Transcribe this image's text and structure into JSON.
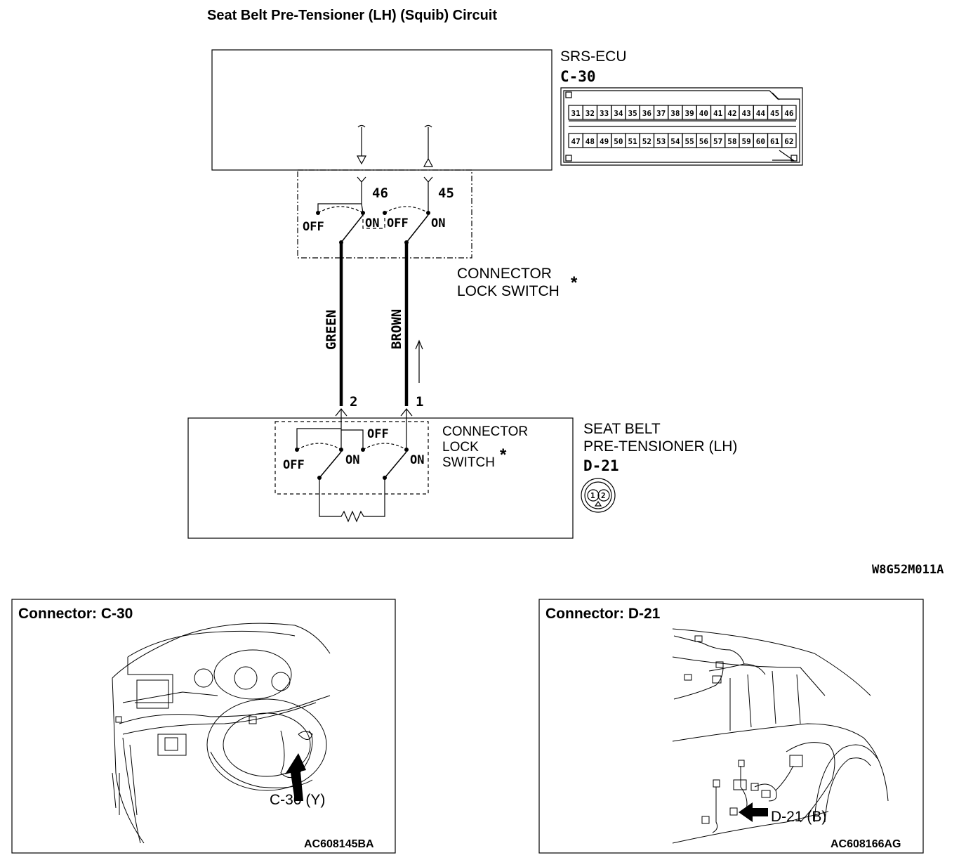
{
  "diagram": {
    "title": "Seat Belt Pre-Tensioner (LH) (Squib) Circuit",
    "ecu": {
      "name": "SRS-ECU",
      "connector": "C-30",
      "pins_top": [
        "31",
        "32",
        "33",
        "34",
        "35",
        "36",
        "37",
        "38",
        "39",
        "40",
        "41",
        "42",
        "43",
        "44",
        "45",
        "46"
      ],
      "pins_bottom": [
        "47",
        "48",
        "49",
        "50",
        "51",
        "52",
        "53",
        "54",
        "55",
        "56",
        "57",
        "58",
        "59",
        "60",
        "61",
        "62"
      ],
      "circuit_pins": [
        "46",
        "45"
      ],
      "lock_switch_label_1": "CONNECTOR",
      "lock_switch_label_2": "LOCK SWITCH",
      "asterisk": "*"
    },
    "switch_labels": {
      "off": "OFF",
      "on": "ON"
    },
    "wires": [
      {
        "color": "GREEN",
        "pin": "2"
      },
      {
        "color": "BROWN",
        "pin": "1"
      }
    ],
    "pretensioner": {
      "name_1": "SEAT BELT",
      "name_2": "PRE-TENSIONER (LH)",
      "connector": "D-21",
      "lock_1": "CONNECTOR",
      "lock_2": "LOCK",
      "lock_3": "SWITCH",
      "asterisk": "*",
      "pin_1": "1",
      "pin_2": "2"
    },
    "code": "W8G52M011A"
  },
  "panels": [
    {
      "title": "Connector: C-30",
      "callout": "C-30 (Y)",
      "code": "AC608145BA"
    },
    {
      "title": "Connector: D-21",
      "callout": "D-21 (B)",
      "code": "AC608166AG"
    }
  ]
}
